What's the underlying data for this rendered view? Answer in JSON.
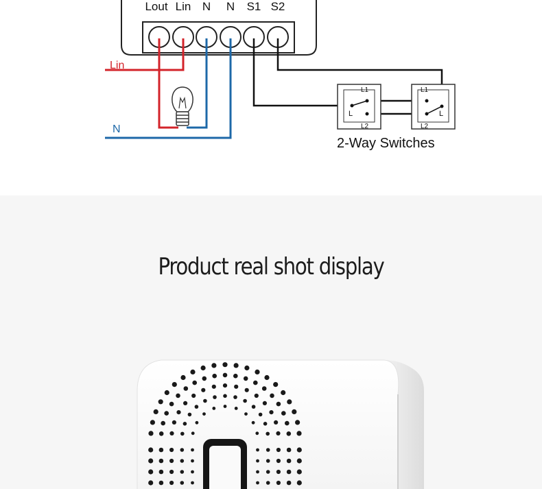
{
  "diagram": {
    "terminals": [
      "Lout",
      "Lin",
      "N",
      "N",
      "S1",
      "S2"
    ],
    "line_labels": {
      "lin": "Lin",
      "n": "N"
    },
    "switch_labels": {
      "top": "L1",
      "common": "L",
      "bottom": "L2"
    },
    "switches_caption": "2-Way Switches",
    "colors": {
      "live": "#d3232a",
      "neutral": "#1d68a8",
      "switch": "#111111"
    }
  },
  "showcase": {
    "title": "Product real shot display"
  },
  "icons": [
    "light-bulb-icon"
  ]
}
